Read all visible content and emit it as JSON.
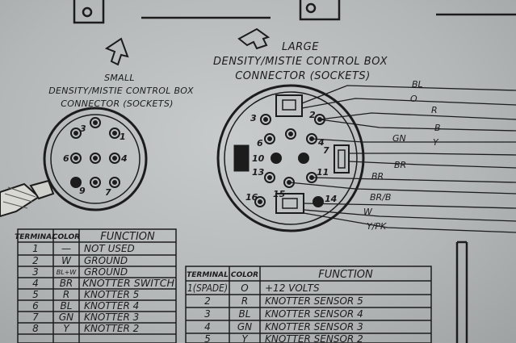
{
  "small_connector": {
    "title_lines": [
      "SMALL",
      "DENSITY/MISTIE CONTROL BOX",
      "CONNECTOR (SOCKETS)"
    ],
    "pins": [
      "1",
      "3",
      "4",
      "6",
      "7",
      "9"
    ]
  },
  "large_connector": {
    "title_lines": [
      "LARGE",
      "DENSITY/MISTIE CONTROL BOX",
      "CONNECTOR (SOCKETS)"
    ],
    "pins": [
      "2",
      "3",
      "4",
      "6",
      "7",
      "10",
      "11",
      "13",
      "14",
      "15",
      "16"
    ],
    "wire_labels": [
      "BL",
      "O",
      "R",
      "B",
      "GN",
      "Y",
      "BR",
      "BR",
      "BR/B",
      "W",
      "Y/PK"
    ]
  },
  "small_table": {
    "headers": [
      "TERMINAL",
      "COLOR",
      "FUNCTION"
    ],
    "rows": [
      [
        "1",
        "—",
        "NOT USED"
      ],
      [
        "2",
        "W",
        "GROUND"
      ],
      [
        "3",
        "BL+W",
        "GROUND"
      ],
      [
        "4",
        "BR",
        "KNOTTER SWITCH"
      ],
      [
        "5",
        "R",
        "KNOTTER 5"
      ],
      [
        "6",
        "BL",
        "KNOTTER 4"
      ],
      [
        "7",
        "GN",
        "KNOTTER 3"
      ],
      [
        "8",
        "Y",
        "KNOTTER 2"
      ]
    ]
  },
  "large_table": {
    "headers": [
      "TERMINAL",
      "COLOR",
      "FUNCTION"
    ],
    "rows": [
      [
        "1(SPADE)",
        "O",
        "+12 VOLTS"
      ],
      [
        "2",
        "R",
        "KNOTTER SENSOR 5"
      ],
      [
        "3",
        "BL",
        "KNOTTER SENSOR 4"
      ],
      [
        "4",
        "GN",
        "KNOTTER SENSOR 3"
      ],
      [
        "5",
        "Y",
        "KNOTTER SENSOR 2"
      ]
    ]
  }
}
